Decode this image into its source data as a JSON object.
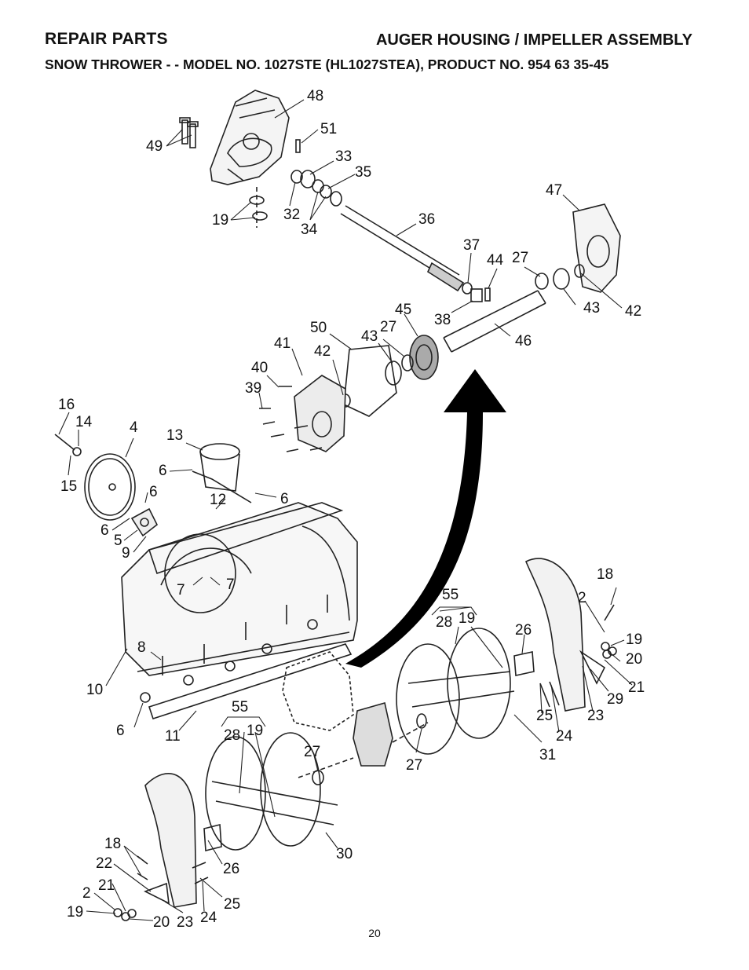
{
  "header": {
    "left_title": "REPAIR PARTS",
    "right_title": "AUGER HOUSING / IMPELLER ASSEMBLY",
    "subtitle": "SNOW THROWER - - MODEL NO. 1027STE (HL1027STEA), PRODUCT NO. 954 63 35-45"
  },
  "callouts": [
    {
      "id": "c48",
      "label": "48"
    },
    {
      "id": "c51",
      "label": "51"
    },
    {
      "id": "c49",
      "label": "49"
    },
    {
      "id": "c33",
      "label": "33"
    },
    {
      "id": "c35",
      "label": "35"
    },
    {
      "id": "c32",
      "label": "32"
    },
    {
      "id": "c19a",
      "label": "19"
    },
    {
      "id": "c34",
      "label": "34"
    },
    {
      "id": "c36",
      "label": "36"
    },
    {
      "id": "c47",
      "label": "47"
    },
    {
      "id": "c37",
      "label": "37"
    },
    {
      "id": "c44",
      "label": "44"
    },
    {
      "id": "c27a",
      "label": "27"
    },
    {
      "id": "c43a",
      "label": "43"
    },
    {
      "id": "c42a",
      "label": "42"
    },
    {
      "id": "c45",
      "label": "45"
    },
    {
      "id": "c38",
      "label": "38"
    },
    {
      "id": "c50",
      "label": "50"
    },
    {
      "id": "c43b",
      "label": "43"
    },
    {
      "id": "c27b",
      "label": "27"
    },
    {
      "id": "c46",
      "label": "46"
    },
    {
      "id": "c41",
      "label": "41"
    },
    {
      "id": "c42b",
      "label": "42"
    },
    {
      "id": "c40",
      "label": "40"
    },
    {
      "id": "c39",
      "label": "39"
    },
    {
      "id": "c16",
      "label": "16"
    },
    {
      "id": "c14",
      "label": "14"
    },
    {
      "id": "c4",
      "label": "4"
    },
    {
      "id": "c13",
      "label": "13"
    },
    {
      "id": "c15",
      "label": "15"
    },
    {
      "id": "c6a",
      "label": "6"
    },
    {
      "id": "c12",
      "label": "12"
    },
    {
      "id": "c6b",
      "label": "6"
    },
    {
      "id": "c6c",
      "label": "6"
    },
    {
      "id": "c6d",
      "label": "6"
    },
    {
      "id": "c5",
      "label": "5"
    },
    {
      "id": "c9",
      "label": "9"
    },
    {
      "id": "c7a",
      "label": "7"
    },
    {
      "id": "c7b",
      "label": "7"
    },
    {
      "id": "c18a",
      "label": "18"
    },
    {
      "id": "c55a",
      "label": "55"
    },
    {
      "id": "c2a",
      "label": "2"
    },
    {
      "id": "c28a",
      "label": "28"
    },
    {
      "id": "c19b",
      "label": "19"
    },
    {
      "id": "c26a",
      "label": "26"
    },
    {
      "id": "c19c",
      "label": "19"
    },
    {
      "id": "c20a",
      "label": "20"
    },
    {
      "id": "c8",
      "label": "8"
    },
    {
      "id": "c10",
      "label": "10"
    },
    {
      "id": "c21a",
      "label": "21"
    },
    {
      "id": "c29",
      "label": "29"
    },
    {
      "id": "c23a",
      "label": "23"
    },
    {
      "id": "c25a",
      "label": "25"
    },
    {
      "id": "c24a",
      "label": "24"
    },
    {
      "id": "c6e",
      "label": "6"
    },
    {
      "id": "c11",
      "label": "11"
    },
    {
      "id": "c31",
      "label": "31"
    },
    {
      "id": "c55b",
      "label": "55"
    },
    {
      "id": "c28b",
      "label": "28"
    },
    {
      "id": "c19d",
      "label": "19"
    },
    {
      "id": "c27c",
      "label": "27"
    },
    {
      "id": "c27d",
      "label": "27"
    },
    {
      "id": "c30",
      "label": "30"
    },
    {
      "id": "c18b",
      "label": "18"
    },
    {
      "id": "c22",
      "label": "22"
    },
    {
      "id": "c26b",
      "label": "26"
    },
    {
      "id": "c21b",
      "label": "21"
    },
    {
      "id": "c2b",
      "label": "2"
    },
    {
      "id": "c25b",
      "label": "25"
    },
    {
      "id": "c19e",
      "label": "19"
    },
    {
      "id": "c20b",
      "label": "20"
    },
    {
      "id": "c23b",
      "label": "23"
    },
    {
      "id": "c24b",
      "label": "24"
    }
  ],
  "page_number": "20"
}
